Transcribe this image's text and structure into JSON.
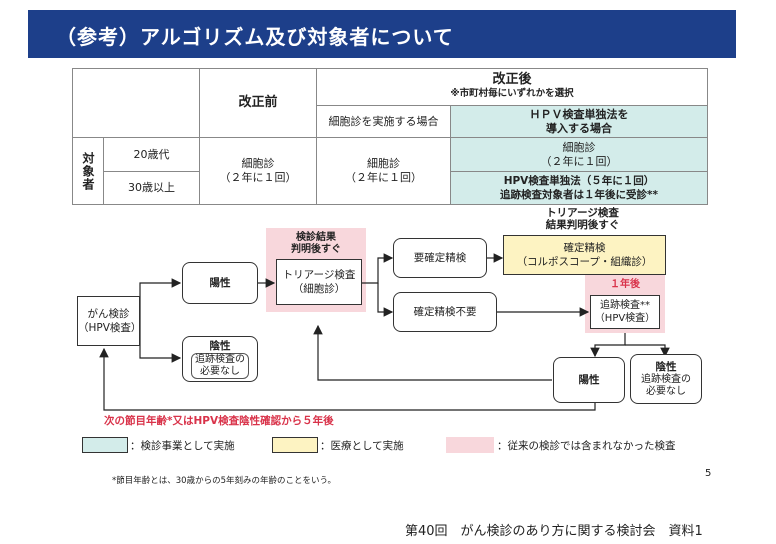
{
  "header": {
    "title": "（参考）アルゴリズム及び対象者について"
  },
  "table": {
    "before_header": "改正前",
    "after_header": "改正後",
    "after_note": "※市町村毎にいずれかを選択",
    "col_cytology": "細胞診を実施する場合",
    "col_hpv_line1": "ＨＰＶ検査単独法を",
    "col_hpv_line2": "導入する場合",
    "row_label": "対象者",
    "age1": "20歳代",
    "age2": "30歳以上",
    "before_value_line1": "細胞診",
    "before_value_line2": "（２年に１回）",
    "cyt_value_line1": "細胞診",
    "cyt_value_line2": "（２年に１回）",
    "hpv_row1_line1": "細胞診",
    "hpv_row1_line2": "（２年に１回）",
    "hpv_row2_line1": "HPV検査単独法（５年に１回）",
    "hpv_row2_line2": "追跡検査対象者は１年後に受診**"
  },
  "flow": {
    "screening": "がん検診\n（HPV検査）",
    "positive": "陽性",
    "negative_title": "陰性",
    "negative_sub": "追跡検査の\n必要なし",
    "triage_note": "検診結果\n判明後すぐ",
    "triage": "トリアージ検査\n（細胞診）",
    "need_exam": "要確定精検",
    "no_exam": "確定精検不要",
    "triage_result_note": "トリアージ検査\n結果判明後すぐ",
    "confirm": "確定精検\n（コルポスコープ・組織診）",
    "one_year": "１年後",
    "followup": "追跡検査**\n（HPV検査）",
    "positive2": "陽性",
    "negative2_title": "陰性",
    "negative2_sub": "追跡検査の\n必要なし",
    "next_cycle": "次の節目年齢*又はHPV検査陰性確認から５年後"
  },
  "legend": {
    "teal_label": "：検診事業として実施",
    "yellow_label": "：医療として実施",
    "pink_label": "：従来の検診では含まれなかった検査"
  },
  "footnote": "*節目年齢とは、30歳からの5年刻みの年齢のことをいう。",
  "page_number": "5",
  "footer": "第40回　がん検診のあり方に関する検討会　資料1",
  "colors": {
    "header_bg": "#1d3f8a",
    "teal": "#d3ecea",
    "yellow": "#fdf3c2",
    "pink": "#f8d7dc",
    "red_text": "#d9334a"
  }
}
